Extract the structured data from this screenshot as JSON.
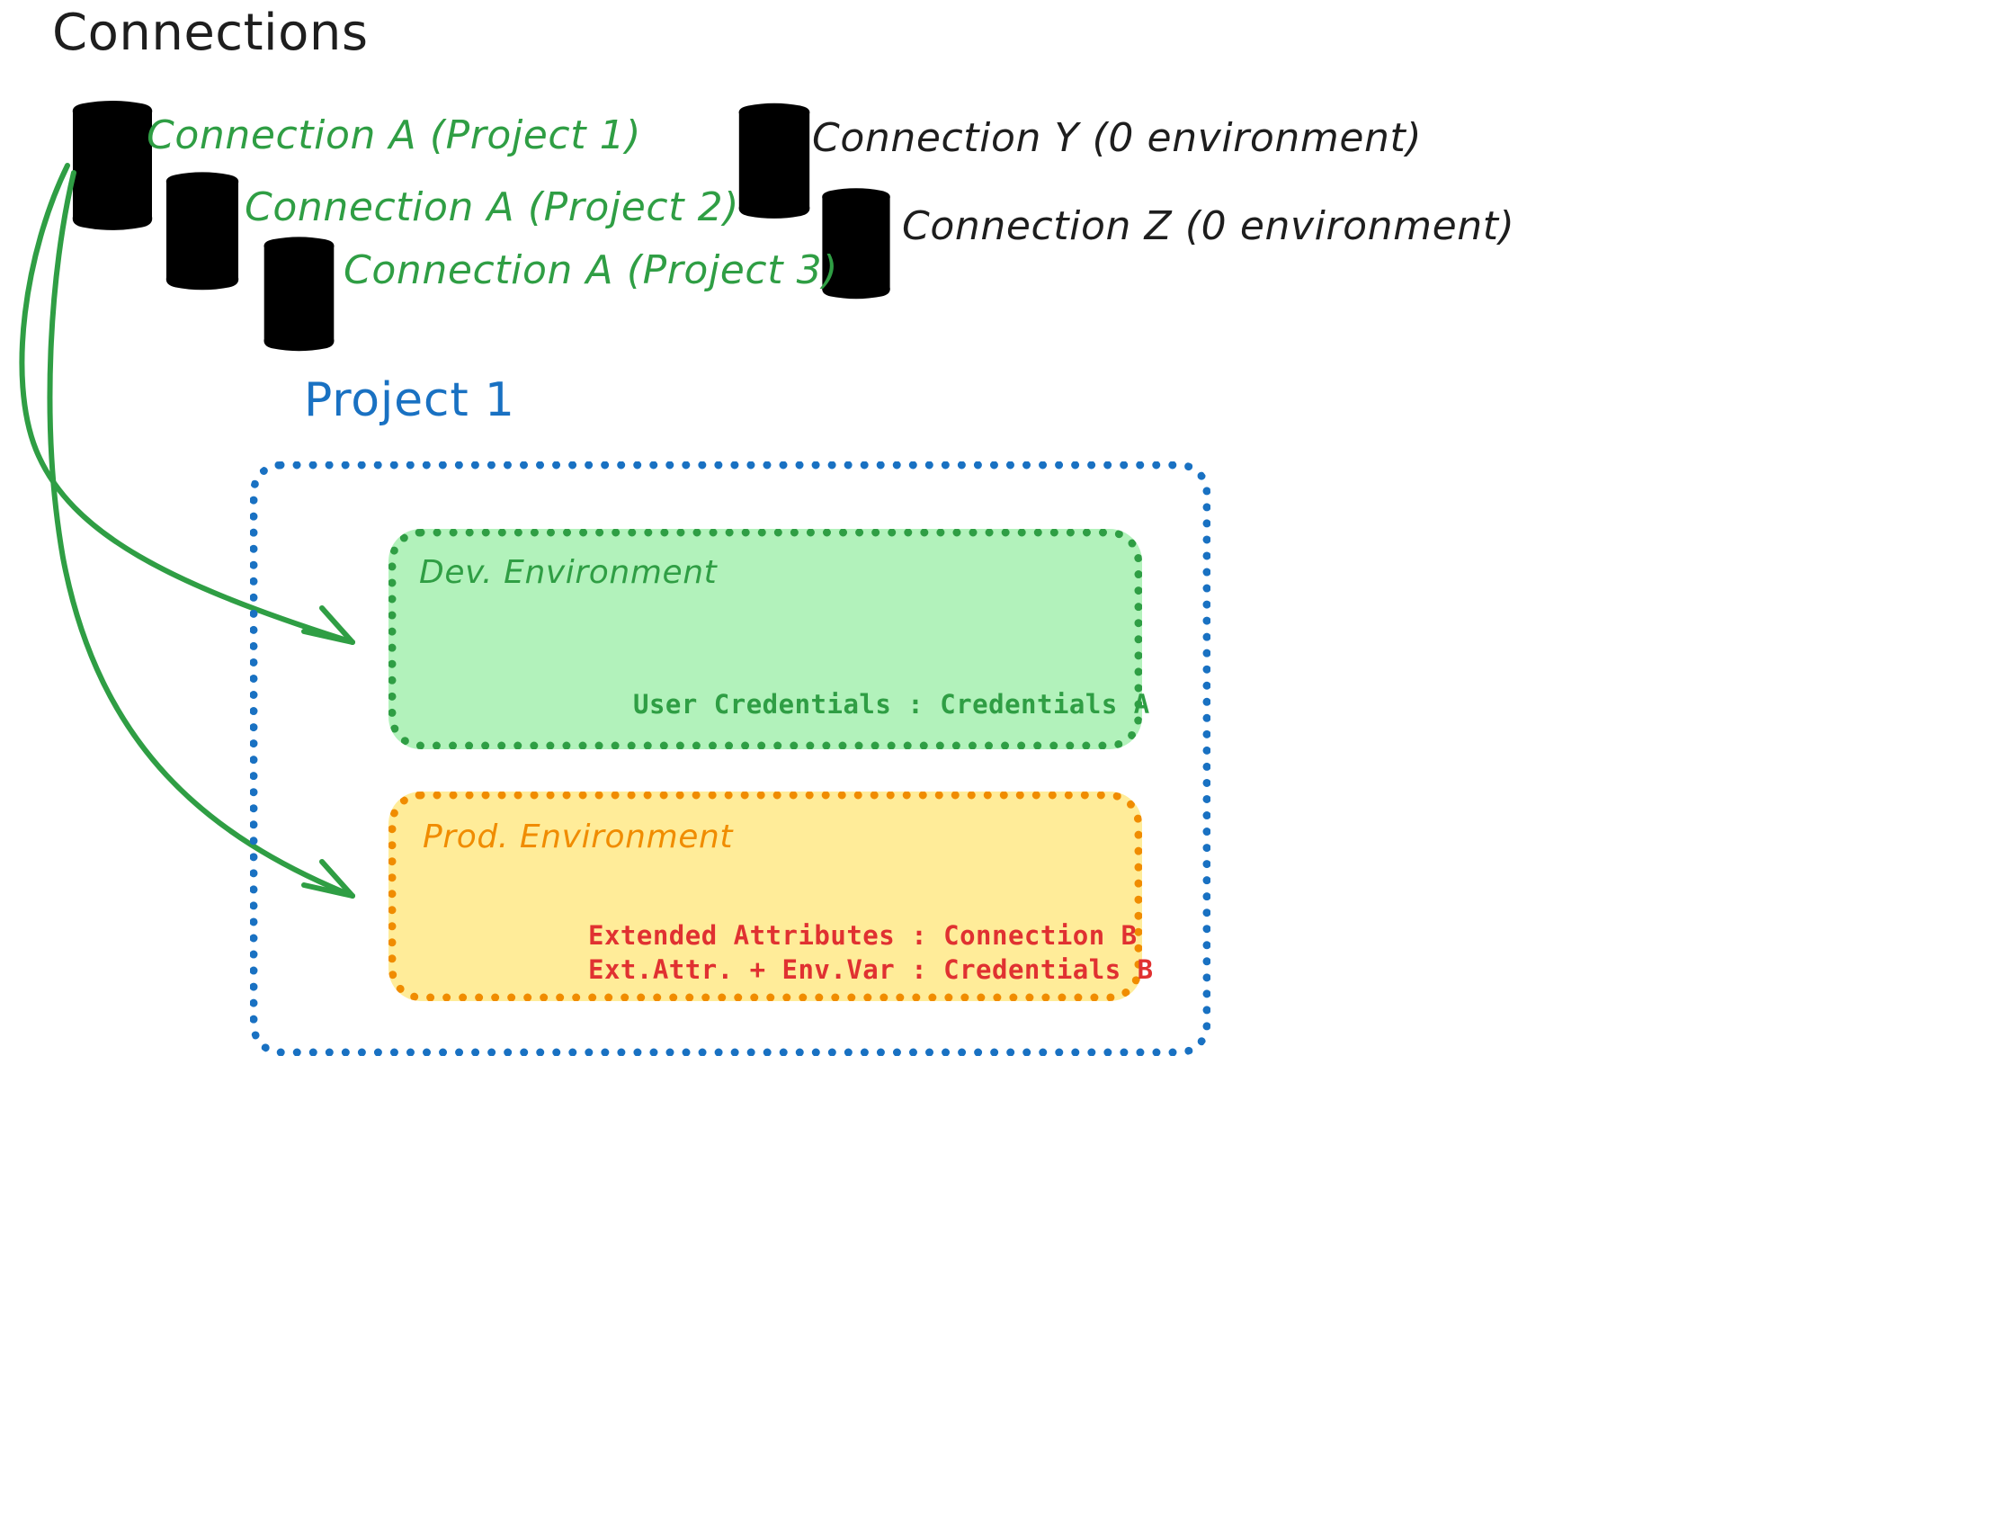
{
  "diagram": {
    "title": "Connections",
    "project": {
      "label": "Project 1",
      "color": "#1971c2"
    },
    "connections": {
      "green": {
        "color": "#2f9e44",
        "fill": "#b2f2bb",
        "items": [
          {
            "label": "Connection A (Project 1)",
            "icon": "database-icon"
          },
          {
            "label": "Connection A (Project 2)",
            "icon": "database-icon"
          },
          {
            "label": "Connection A (Project 3)",
            "icon": "database-icon"
          }
        ]
      },
      "gray": {
        "color": "#1e1e1e",
        "fill": "#ced4da",
        "items": [
          {
            "label": "Connection Y (0 environment)",
            "icon": "database-icon"
          },
          {
            "label": "Connection Z (0 environment)",
            "icon": "database-icon"
          }
        ]
      }
    },
    "environments": [
      {
        "name": "Dev. Environment",
        "color": "#2f9e44",
        "fill": "#b2f2bb",
        "details": [
          "User Credentials : Credentials A"
        ]
      },
      {
        "name": "Prod. Environment",
        "color": "#f08c00",
        "fill": "#ffec99",
        "detail_color": "#e03131",
        "details": [
          "Extended Attributes : Connection B",
          "Ext.Attr. + Env.Var : Credentials B"
        ]
      }
    ],
    "arrows": [
      {
        "from": "Connection A (Project 1)",
        "to": "Dev. Environment",
        "color": "#2f9e44"
      },
      {
        "from": "Connection A (Project 1)",
        "to": "Prod. Environment",
        "color": "#2f9e44"
      }
    ]
  }
}
